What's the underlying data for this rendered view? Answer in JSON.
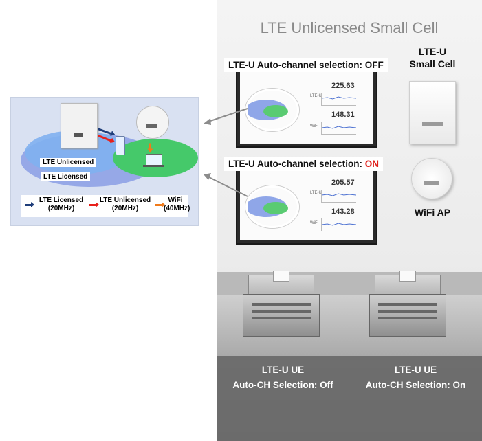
{
  "inset": {
    "label_unlicensed": "LTE Unlicensed",
    "label_licensed": "LTE Licensed",
    "legend": [
      {
        "line1": "LTE Licensed",
        "line2": "(20MHz)",
        "color": "#1f3e7a"
      },
      {
        "line1": "LTE Unlicensed",
        "line2": "(20MHz)",
        "color": "#e8201b"
      },
      {
        "line1": "WiFi",
        "line2": "(40MHz)",
        "color": "#f07a1a"
      }
    ]
  },
  "photo": {
    "wall_title": "LTE Unlicensed Small Cell",
    "callout_top": "LTE-U Auto-channel selection: OFF",
    "callout_bottom_prefix": "LTE-U Auto-channel selection: ",
    "callout_bottom_on": "ON",
    "smallcell_label_1": "LTE-U",
    "smallcell_label_2": "Small Cell",
    "wifi_label": "WiFi AP",
    "monitor_top": {
      "value_1": "225.63",
      "value_2": "148.31",
      "side_1": "LTE-U",
      "side_2": "WiFi"
    },
    "monitor_bottom": {
      "value_1": "205.57",
      "value_2": "143.28",
      "side_1": "LTE-U",
      "side_2": "WiFi"
    },
    "ue_left_1": "LTE-U UE",
    "ue_left_2": "Auto-CH Selection: Off",
    "ue_right_1": "LTE-U UE",
    "ue_right_2": "Auto-CH Selection: On",
    "accent_red": "#e0201b"
  }
}
